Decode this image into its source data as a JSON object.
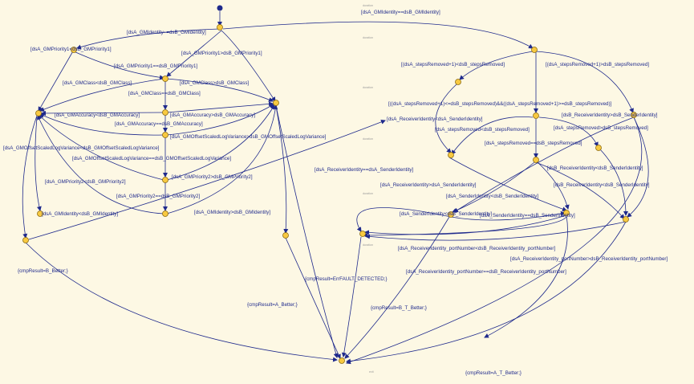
{
  "diagram": {
    "title": "",
    "colors": {
      "background": "#fdf8e4",
      "edge": "#1f2a8c",
      "node": "#f8c940",
      "start": "#1f2a8c"
    },
    "guard_labels": {
      "gmidentity_ne": "[dsA_GMIdentity==dsB_GMIdentity]",
      "gmidentity_ne_left": "[dsA_GMIdentity~=dsB_GMIdentity]",
      "prio1_lt": "[dsA_GMPriority1<dsB_GMPriority1]",
      "prio1_gt": "[dsA_GMPriority1>dsB_GMPriority1]",
      "prio1_eq": "[dsA_GMPriority1==dsB_GMPriority1]",
      "class_lt": "[dsA_GMClass<dsB_GMClass]",
      "class_gt": "[dsA_GMClass>dsB_GMClass]",
      "class_eq": "[dsA_GMClass==dsB_GMClass]",
      "acc_lt": "[dsA_GMAccuracy<dsB_GMAccuracy]",
      "acc_gt": "[dsA_GMAccuracy>dsB_GMAccuracy]",
      "acc_eq": "[dsA_GMAccuracy==dsB_GMAccuracy]",
      "oslv_lt": "[dsA_GMOffsetScaledLogVariance<dsB_GMOffsetScaledLogVariance]",
      "oslv_gt": "[dsA_GMOffsetScaledLogVariance>dsB_GMOffsetScaledLogVariance]",
      "oslv_eq": "[dsA_GMOffsetScaledLogVariance==dsB_GMOffsetScaledLogVariance]",
      "prio2_lt": "[dsA_GMPriority2<dsB_GMPriority2]",
      "prio2_gt": "[dsA_GMPriority2>dsB_GMPriority2]",
      "prio2_eq": "[dsA_GMPriority2==dsB_GMPriority2]",
      "gmid_lt": "[dsA_GMIdentity<dsB_GMIdentity]",
      "gmid_gt": "[dsA_GMIdentity>dsB_GMIdentity]",
      "steps_lt": "[(dsA_stepsRemoved+1)<dsB_stepsRemoved]",
      "steps_gt": "[(dsA_stepsRemoved+1)>dsB_stepsRemoved]",
      "steps_range": "[((dsA_stepsRemoved+1)<=dsB_stepsRemoved)&&((dsA_stepsRemoved+1)>=dsB_stepsRemoved)]",
      "recv_lt_sender": "[dsA_ReceiverIdentity<dsA_SenderIdentity]",
      "recv_gt_sender": "[dsB_ReceiverIdentity>dsB_SenderIdentity]",
      "steps_a_lt": "[dsA_stepsRemoved<dsB_stepsRemoved]",
      "steps_a_gt": "[dsA_stepsRemoved>dsB_stepsRemoved]",
      "steps_a_eq": "[dsA_stepsRemoved==dsB_stepsRemoved]",
      "recv_eq_sender": "[dsA_ReceiverIdentity==dsA_SenderIdentity]",
      "recv_gt_sender_a": "[dsA_ReceiverIdentity>dsA_SenderIdentity]",
      "recv_lt_sender_b": "[dsB_ReceiverIdentity<dsB_SenderIdentity]",
      "sender_lt": "[dsA_SenderIdentity<dsB_SenderIdentity]",
      "sender_eq": "[dsA_SenderIdentity==dsB_SenderIdentity]",
      "sender_gt": "[dsA_SenderIdentity>dsB_SenderIdentity]",
      "port_lt": "[dsA_ReceiverIdentity_portNumber<dsB_ReceiverIdentity_portNumber]",
      "port_gt": "[dsA_ReceiverIdentity_portNumber>dsB_ReceiverIdentity_portNumber]",
      "port_eq": "[dsA_ReceiverIdentity_portNumber==dsB_ReceiverIdentity_portNumber]",
      "recv_lt_sender_b2": "[dsB_ReceiverIdentity<dsB_SenderIdentity]"
    },
    "action_labels": {
      "b_better": "{cmpResult=B_Better;}",
      "a_better": "{cmpResult=A_Better;}",
      "fault": "{cmpResult=ErrFAULT_DETECTED;}",
      "b_t_better": "{cmpResult=B_T_Better;}",
      "a_t_better": "{cmpResult=A_T_Better;}"
    },
    "small_marks": {
      "duration": "duration",
      "exit": "exit"
    }
  }
}
